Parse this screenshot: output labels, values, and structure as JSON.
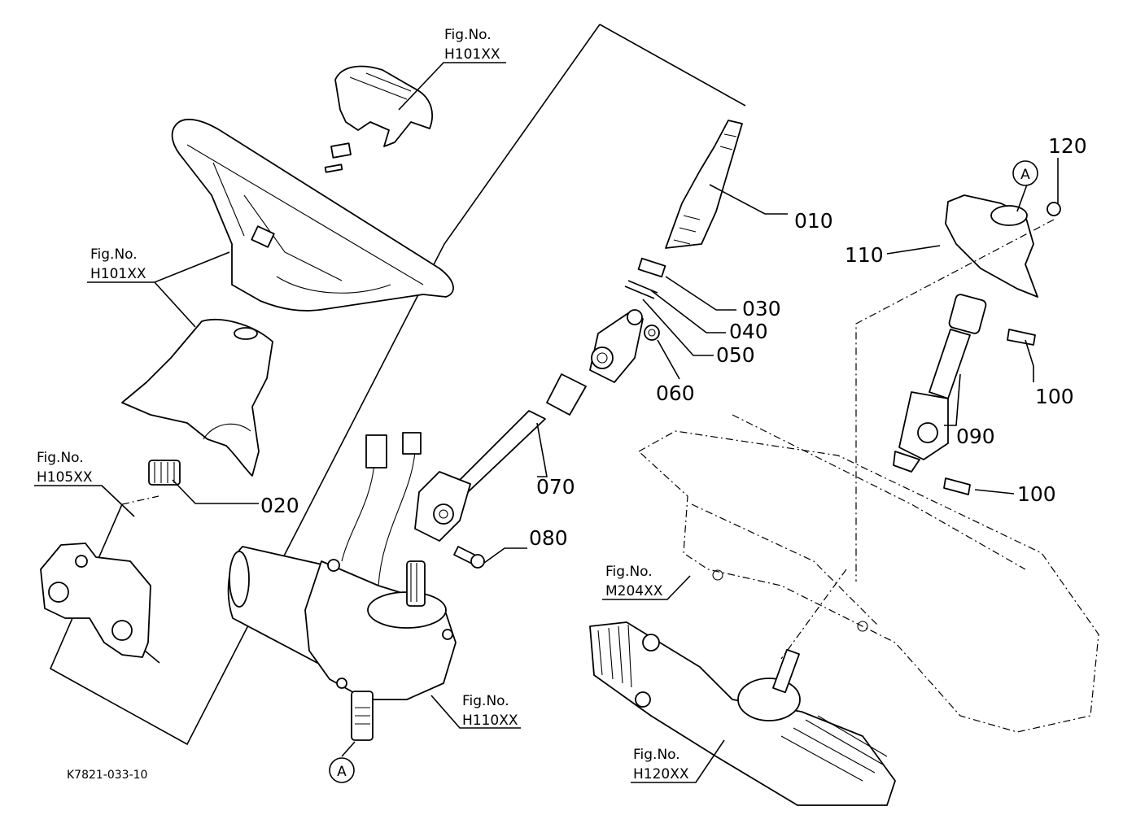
{
  "parts": {
    "p010": "010",
    "p020": "020",
    "p030": "030",
    "p040": "040",
    "p050": "050",
    "p060": "060",
    "p070": "070",
    "p080": "080",
    "p090": "090",
    "p100a": "100",
    "p100b": "100",
    "p110": "110",
    "p120": "120"
  },
  "figrefs": {
    "fig_prefix": "Fig.No.",
    "h101_top": "H101XX",
    "h101_left": "H101XX",
    "h105": "H105XX",
    "h110": "H110XX",
    "m204": "M204XX",
    "h120": "H120XX"
  },
  "markers": {
    "a_top": "A",
    "a_bottom": "A"
  },
  "drawing_code": "K7821-033-10"
}
